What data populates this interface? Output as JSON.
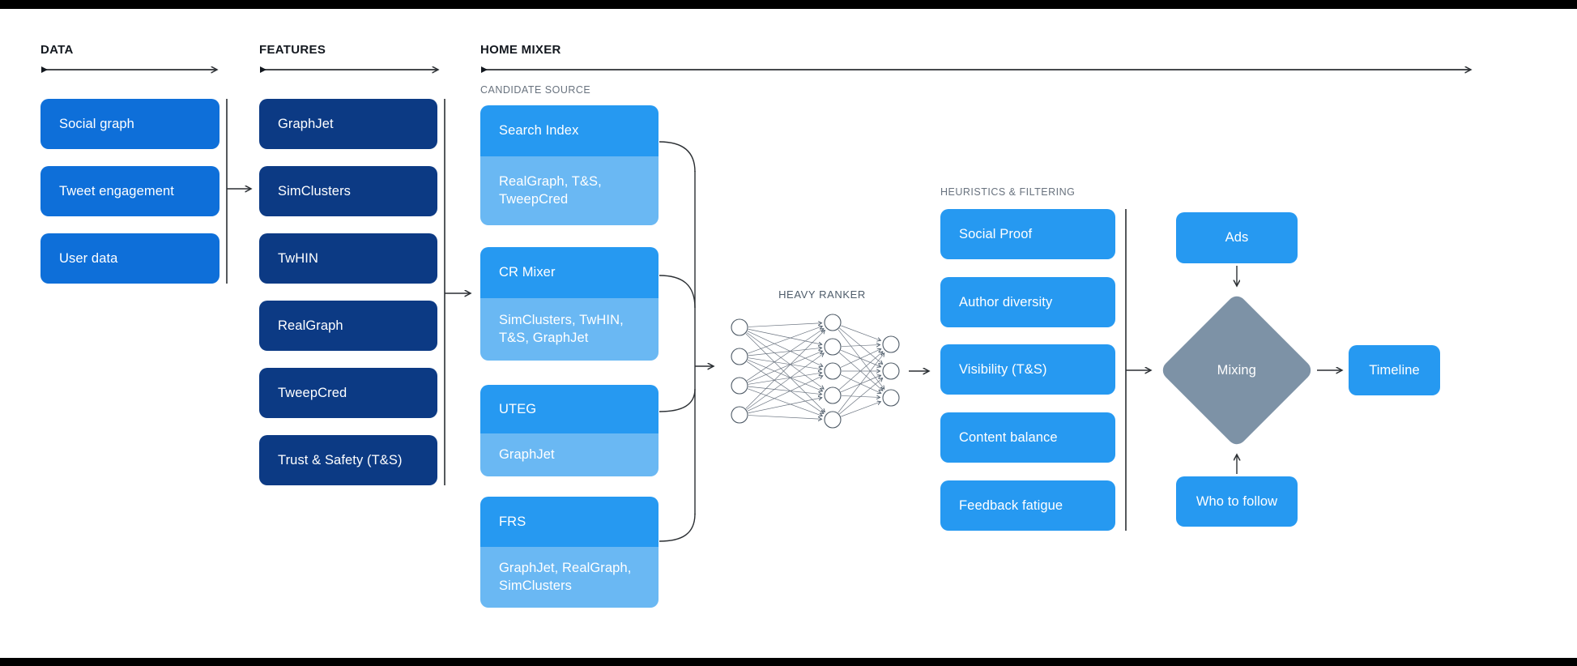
{
  "diagram": {
    "data_section": {
      "header": "DATA",
      "boxes": [
        "Social graph",
        "Tweet engagement",
        "User data"
      ]
    },
    "features_section": {
      "header": "FEATURES",
      "boxes": [
        "GraphJet",
        "SimClusters",
        "TwHIN",
        "RealGraph",
        "TweepCred",
        "Trust & Safety (T&S)"
      ]
    },
    "home_mixer": {
      "header": "HOME MIXER",
      "candidate_source": {
        "label": "CANDIDATE SOURCE",
        "sources": [
          {
            "name": "Search Index",
            "features": "RealGraph, T&S, TweepCred"
          },
          {
            "name": "CR Mixer",
            "features": "SimClusters, TwHIN, T&S, GraphJet"
          },
          {
            "name": "UTEG",
            "features": "GraphJet"
          },
          {
            "name": "FRS",
            "features": "GraphJet, RealGraph, SimClusters"
          }
        ]
      },
      "heavy_ranker": {
        "label": "HEAVY RANKER",
        "network_layers": [
          4,
          5,
          3
        ]
      },
      "heuristics": {
        "label": "HEURISTICS & FILTERING",
        "boxes": [
          "Social Proof",
          "Author diversity",
          "Visibility (T&S)",
          "Content balance",
          "Feedback fatigue"
        ]
      },
      "mixing": {
        "ads": "Ads",
        "diamond": "Mixing",
        "who_to_follow": "Who to follow",
        "timeline": "Timeline"
      }
    },
    "colors": {
      "data_box": "#0e6fd9",
      "feature_box": "#0c3a84",
      "source_box": "#2699f1",
      "source_sub_box": "#6ab8f3",
      "heuristic_box": "#2699f1",
      "mixing_diamond": "#7d92a6",
      "connector_line": "#2b2f33",
      "frame_bar": "#000000",
      "section_label": "#68727e"
    }
  }
}
